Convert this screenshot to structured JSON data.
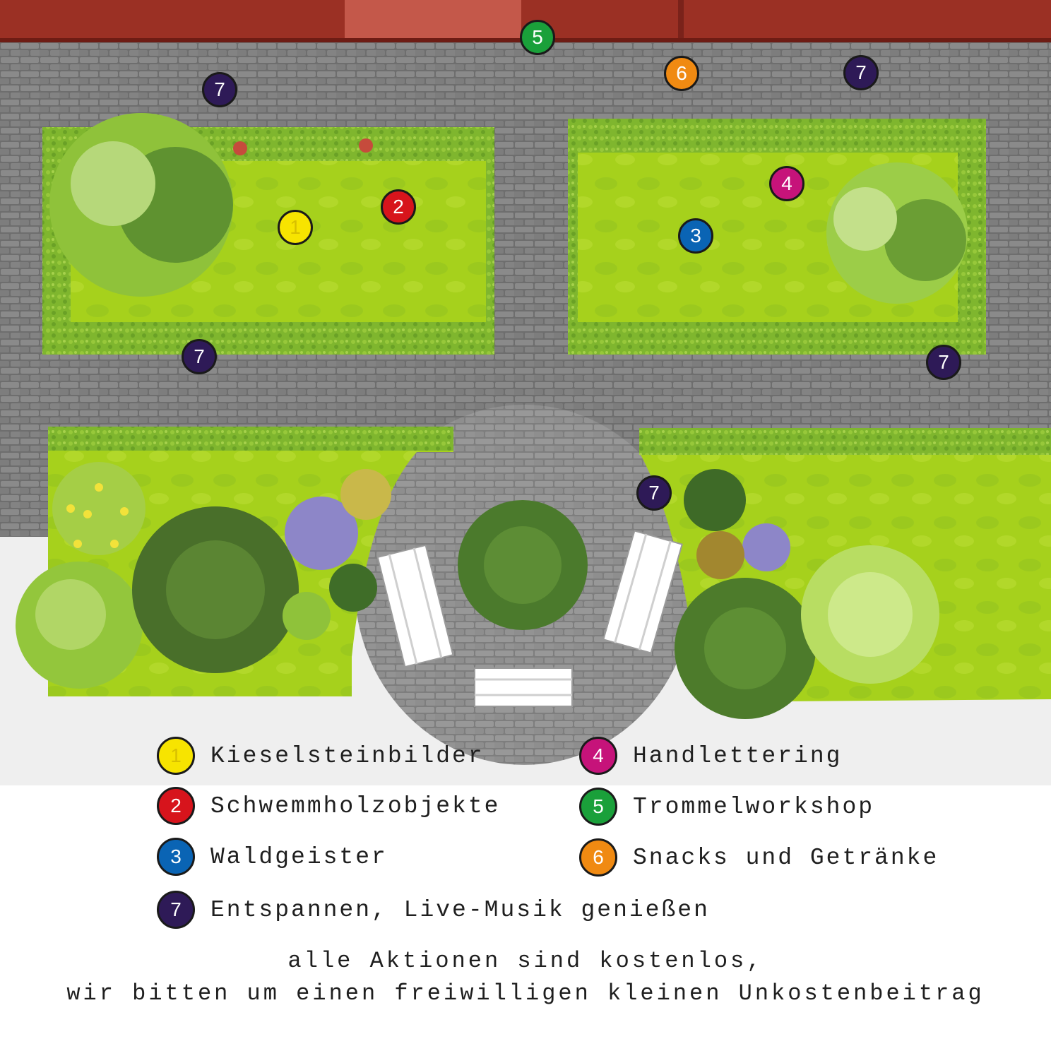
{
  "colors": {
    "1": "#f7e400",
    "2": "#d7141c",
    "3": "#0a64b4",
    "4": "#c6137a",
    "5": "#1aa03a",
    "6": "#f08a12",
    "7": "#2e1a57"
  },
  "markers": [
    {
      "num": "1",
      "name": "marker-1-kieselsteinbilder"
    },
    {
      "num": "2",
      "name": "marker-2-schwemmholzobjekte"
    },
    {
      "num": "3",
      "name": "marker-3-waldgeister"
    },
    {
      "num": "4",
      "name": "marker-4-handlettering"
    },
    {
      "num": "5",
      "name": "marker-5-trommelworkshop"
    },
    {
      "num": "6",
      "name": "marker-6-snacks"
    },
    {
      "num": "7",
      "name": "marker-7-top-left"
    },
    {
      "num": "7",
      "name": "marker-7-top-right"
    },
    {
      "num": "7",
      "name": "marker-7-bed-left"
    },
    {
      "num": "7",
      "name": "marker-7-bed-right"
    },
    {
      "num": "7",
      "name": "marker-7-plaza"
    }
  ],
  "legend": [
    {
      "num": "1",
      "label": "Kieselsteinbilder"
    },
    {
      "num": "2",
      "label": "Schwemmholzobjekte"
    },
    {
      "num": "3",
      "label": "Waldgeister"
    },
    {
      "num": "4",
      "label": "Handlettering"
    },
    {
      "num": "5",
      "label": "Trommelworkshop"
    },
    {
      "num": "6",
      "label": "Snacks und Getränke"
    },
    {
      "num": "7",
      "label": "Entspannen, Live-Musik genießen"
    }
  ],
  "footer": {
    "line1": "alle Aktionen sind kostenlos,",
    "line2": "wir bitten um einen freiwilligen kleinen Unkostenbeitrag"
  }
}
